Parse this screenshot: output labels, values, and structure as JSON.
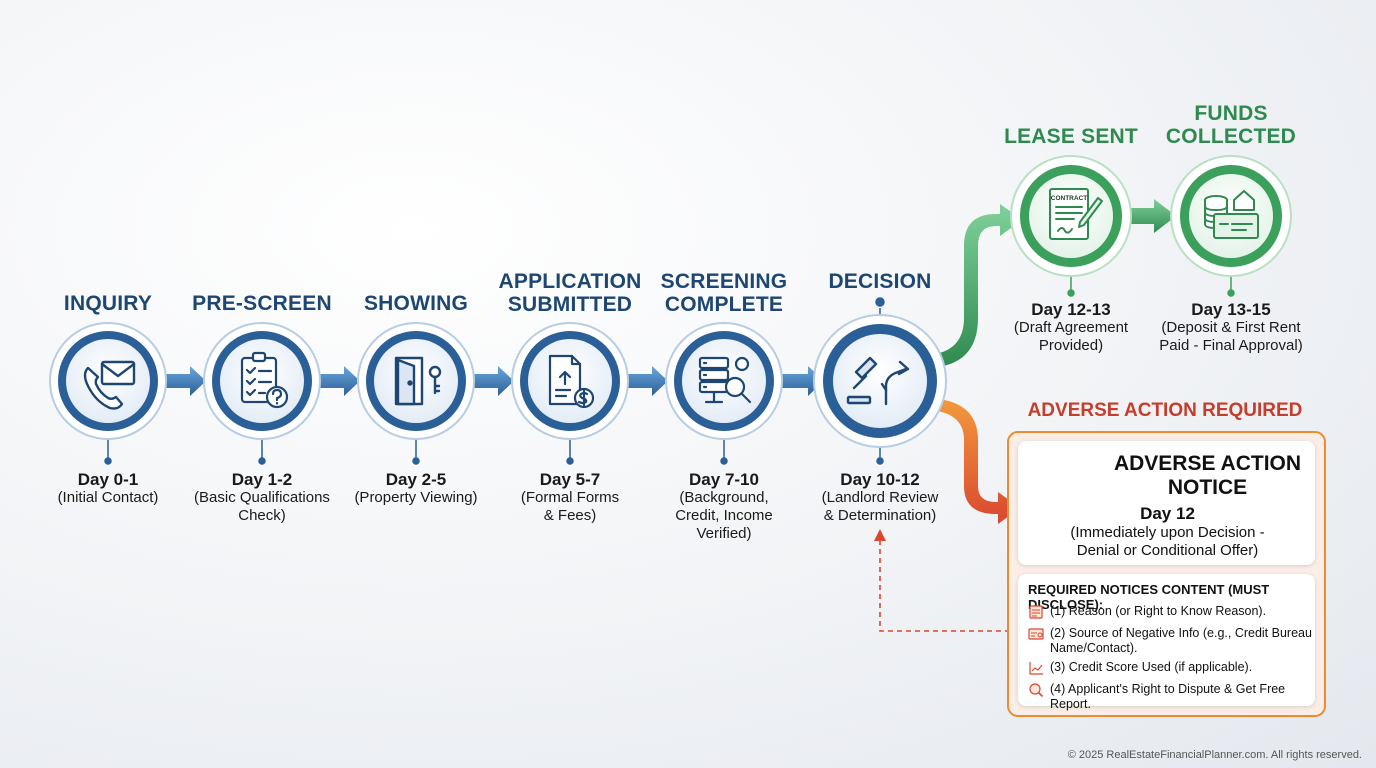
{
  "steps": [
    {
      "title": [
        "INQUIRY"
      ],
      "day": "Day 0-1",
      "sub": [
        "(Initial Contact)"
      ]
    },
    {
      "title": [
        "PRE-SCREEN"
      ],
      "day": "Day 1-2",
      "sub": [
        "(Basic Qualifications",
        "Check)"
      ]
    },
    {
      "title": [
        "SHOWING"
      ],
      "day": "Day 2-5",
      "sub": [
        "(Property Viewing)"
      ]
    },
    {
      "title": [
        "APPLICATION",
        "SUBMITTED"
      ],
      "day": "Day 5-7",
      "sub": [
        "(Formal Forms",
        "& Fees)"
      ]
    },
    {
      "title": [
        "SCREENING",
        "COMPLETE"
      ],
      "day": "Day 7-10",
      "sub": [
        "(Background,",
        "Credit, Income",
        "Verified)"
      ]
    },
    {
      "title": [
        "DECISION"
      ],
      "day": "Day 10-12",
      "sub": [
        "(Landlord Review",
        "& Determination)"
      ]
    },
    {
      "title": [
        "LEASE SENT"
      ],
      "day": "Day 12-13",
      "sub": [
        "(Draft Agreement",
        "Provided)"
      ]
    },
    {
      "title": [
        "FUNDS",
        "COLLECTED"
      ],
      "day": "Day 13-15",
      "sub": [
        "(Deposit & First Rent",
        "Paid - Final Approval)"
      ]
    }
  ],
  "adverse": {
    "title": "ADVERSE ACTION REQUIRED",
    "notice_title": [
      "ADVERSE ACTION",
      "NOTICE"
    ],
    "notice_day": "Day 12",
    "notice_sub": [
      "(Immediately upon Decision -",
      "Denial or Conditional Offer)"
    ],
    "required_head": "REQUIRED NOTICES CONTENT (MUST DISCLOSE):",
    "items": [
      [
        "(1) Reason (or Right to Know Reason)."
      ],
      [
        "(2) Source of Negative Info (e.g., Credit Bureau",
        "Name/Contact)."
      ],
      [
        "(3) Credit Score Used (if applicable)."
      ],
      [
        "(4) Applicant's Right to Dispute & Get Free Report."
      ]
    ],
    "contract_label": "CONTRACT"
  },
  "footer": "© 2025 RealEstateFinancialPlanner.com. All rights reserved.",
  "colors": {
    "blue": "#2a5f97",
    "green": "#3aa05c",
    "red": "#d9472f",
    "orange": "#ef8a30"
  }
}
